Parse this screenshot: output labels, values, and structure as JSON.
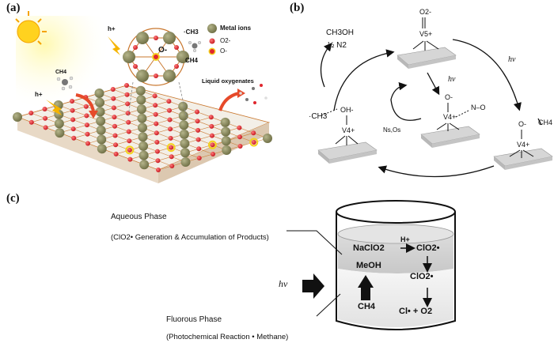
{
  "panel_labels": {
    "a": "(a)",
    "b": "(b)",
    "c": "(c)"
  },
  "panel_a": {
    "legend": {
      "metal_ions": "Metal ions",
      "o2_minus": "O2-",
      "o_minus": "O-"
    },
    "labels": {
      "h_plus_top": "h+",
      "h_plus_left": "h+",
      "ch3_radical": "·CH3",
      "ch4_inset": "CH4",
      "ch4_left": "CH4",
      "o_minus_inset": "O-",
      "liquid_oxygenates": "Liquid oxygenates"
    },
    "colors": {
      "metal": "#8a8a5c",
      "oxygen": "#e0262e",
      "bond": "#c9772e",
      "o_minus_ring": "#f4d21d"
    }
  },
  "panel_b": {
    "species": {
      "top": {
        "oxo": "O2-",
        "center": "V5+"
      },
      "right": {
        "oxo": "O-",
        "center": "V4+"
      },
      "middle": {
        "oxo": "O-",
        "center": "V4+",
        "no_label": "N–O"
      },
      "left": {
        "oh": "OH-",
        "center": "V4+"
      }
    },
    "labels": {
      "ch3oh": "CH3OH",
      "half_n2": "½ N2",
      "hv_top": "hv",
      "hv_middle": "hv",
      "ch4": "CH4",
      "ch3_radical": "·CH3",
      "nsos": "Ns,Os"
    }
  },
  "panel_c": {
    "aqueous_title": "Aqueous Phase",
    "aqueous_desc": "(ClO2• Generation & Accumulation of Products)",
    "fluorous_title": "Fluorous Phase",
    "fluorous_desc": "(Photochemical Reaction • Methane)",
    "hv": "hv",
    "reactions": {
      "naclo2": "NaClO2",
      "h_plus": "H+",
      "clo2_top": "ClO2•",
      "meoh": "MeOH",
      "clo2_bottom": "ClO2•",
      "ch4": "CH4",
      "products": "Cl• + O2"
    }
  }
}
